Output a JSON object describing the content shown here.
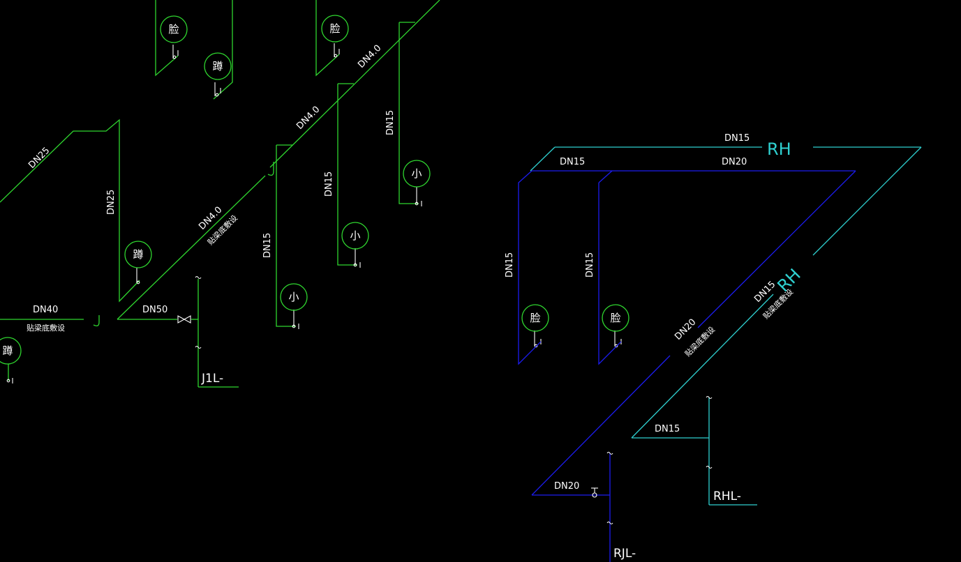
{
  "labels": {
    "dn15": "DN15",
    "dn20": "DN20",
    "dn25": "DN25",
    "dn40": "DN40",
    "dn40b": "DN4.0",
    "dn50": "DN50",
    "laying_note": "贴梁底敷设",
    "rh": "RH",
    "riser_j1l": "J1L-",
    "riser_rhl": "RHL-",
    "riser_rjl": "RJL-",
    "hook": "J"
  },
  "fixtures": {
    "washbasin": "脸",
    "squat_toilet": "蹲",
    "urinal": "小"
  },
  "colors": {
    "background": "#000000",
    "cold_water": "#2fd62f",
    "hot_supply": "#1c1cf0",
    "hot_return": "#2fd0d0",
    "text": "#ffffff"
  }
}
